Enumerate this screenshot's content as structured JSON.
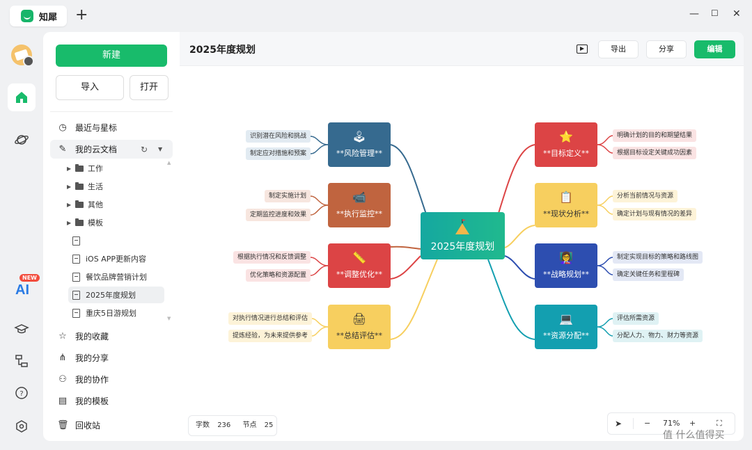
{
  "app": {
    "name": "知犀",
    "new_tab": "+"
  },
  "window_controls": {
    "minimize": "—",
    "maximize": "☐",
    "close": "✕"
  },
  "rail": {
    "ai_badge": "NEW",
    "ai_label": "AI"
  },
  "sidebar": {
    "new_button": "新建",
    "import_button": "导入",
    "open_button": "打开",
    "recent": "最近与星标",
    "cloud_docs": "我的云文档",
    "folders": [
      "工作",
      "生活",
      "其他",
      "模板"
    ],
    "docs": [
      "",
      "iOS APP更新内容",
      "餐饮品牌营销计划",
      "2025年度规划",
      "重庆5日游规划"
    ],
    "favorites": "我的收藏",
    "shares": "我的分享",
    "collab": "我的协作",
    "templates": "我的模板",
    "trash": "回收站"
  },
  "header": {
    "title": "2025年度规划",
    "export": "导出",
    "share": "分享",
    "edit": "编辑"
  },
  "mindmap": {
    "center": "2025年度规划",
    "left": [
      {
        "label": "**风险管理**",
        "color": "#366a8f",
        "icon": "🕹",
        "leaves": [
          "识别潜在风险和挑战",
          "制定应对措施和预案"
        ]
      },
      {
        "label": "**执行监控**",
        "color": "#c0643f",
        "icon": "📹",
        "leaves": [
          "制定实施计划",
          "定期监控进度和效果"
        ]
      },
      {
        "label": "**调整优化**",
        "color": "#dc4445",
        "icon": "📏",
        "leaves": [
          "根据执行情况和反馈调整",
          "优化策略和资源配置"
        ]
      },
      {
        "label": "**总结评估**",
        "color": "#f7cf5f",
        "icon": "🖨",
        "leaves": [
          "对执行情况进行总结和评估",
          "提炼经验，为未来提供参考"
        ]
      }
    ],
    "right": [
      {
        "label": "**目标定义**",
        "color": "#dc4445",
        "icon": "⭐",
        "leaves": [
          "明确计划的目的和期望结果",
          "根据目标设定关键成功因素"
        ]
      },
      {
        "label": "**现状分析**",
        "color": "#f7cf5f",
        "icon": "📋",
        "leaves": [
          "分析当前情况与资源",
          "确定计划与现有情况的差异"
        ]
      },
      {
        "label": "**战略规划**",
        "color": "#2d4eb0",
        "icon": "👩‍🏫",
        "leaves": [
          "制定实现目标的策略和路线图",
          "确定关键任务和里程碑"
        ]
      },
      {
        "label": "**资源分配**",
        "color": "#139fb0",
        "icon": "💻",
        "leaves": [
          "评估所需资源",
          "分配人力、物力、财力等资源"
        ]
      }
    ]
  },
  "status": {
    "words_label": "字数",
    "words": "236",
    "nodes_label": "节点",
    "nodes": "25"
  },
  "zoom": {
    "minus": "−",
    "value": "71%",
    "plus": "+"
  },
  "watermark": "值 什么值得买"
}
